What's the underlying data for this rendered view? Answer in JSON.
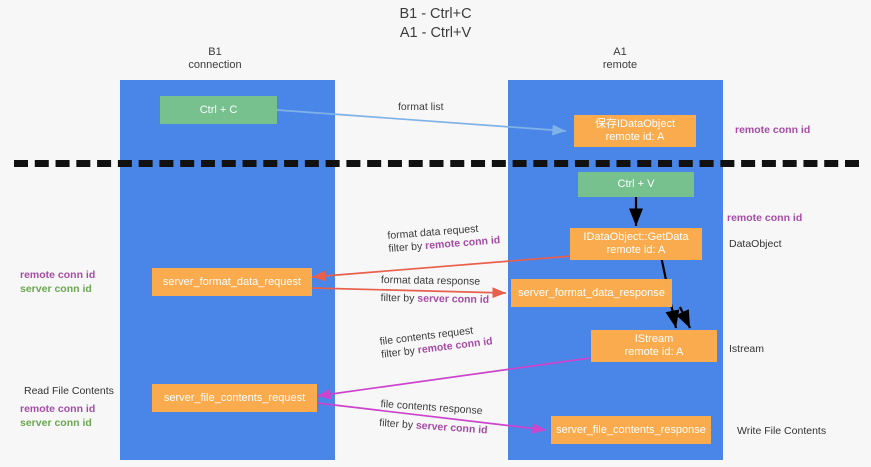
{
  "title": {
    "line1": "B1 - Ctrl+C",
    "line2": "A1 - Ctrl+V"
  },
  "lanes": [
    {
      "name": "B1",
      "sub": "connection"
    },
    {
      "name": "A1",
      "sub": "remote"
    }
  ],
  "nodes": {
    "ctrl_c": "Ctrl + C",
    "ctrl_v": "Ctrl + V",
    "save_idataobject_l1": "保存IDataObject",
    "save_idataobject_l2": "remote id: A",
    "getdata_l1": "IDataObject::GetData",
    "getdata_l2": "remote id: A",
    "istream_l1": "IStream",
    "istream_l2": "remote id: A",
    "server_format_data_request": "server_format_data_request",
    "server_format_data_response": "server_format_data_response",
    "server_file_contents_request": "server_file_contents_request",
    "server_file_contents_response": "server_file_contents_response"
  },
  "edge_labels": {
    "format_list": "format list",
    "format_data_request": "format data request",
    "format_data_request_filter_prefix": "filter by ",
    "format_data_request_filter_key": "remote conn id",
    "format_data_response": "format data response",
    "format_data_response_filter_prefix": "filter by ",
    "format_data_response_filter_key": "server conn id",
    "file_contents_request": "file contents request",
    "file_contents_request_filter_prefix": "filter by ",
    "file_contents_request_filter_key": "remote conn id",
    "file_contents_response": "file contents response",
    "file_contents_response_filter_prefix": "filter by ",
    "file_contents_response_filter_key": "server conn id"
  },
  "annotations": {
    "right_remote_conn_id_top": "remote conn id",
    "right_remote_conn_id_mid": "remote conn id",
    "dataobject": "DataObject",
    "istream": "Istream",
    "write_file_contents": "Write File Contents",
    "read_file_contents": "Read File Contents",
    "left_remote_conn_id": "remote conn id",
    "left_server_conn_id": "server conn id",
    "left_remote_conn_id_2": "remote conn id",
    "left_server_conn_id_2": "server conn id"
  },
  "colors": {
    "lane": "#4a86e8",
    "green_node": "#76c18e",
    "orange_node": "#f9ab4e",
    "purple": "#a64ca6",
    "green_text": "#6aa84f",
    "arrow_blue": "#7fb3e8",
    "arrow_red": "#e8604c",
    "arrow_magenta": "#cc44cc",
    "arrow_black": "#000000",
    "divider": "#000000",
    "background": "#f7f7f7"
  }
}
